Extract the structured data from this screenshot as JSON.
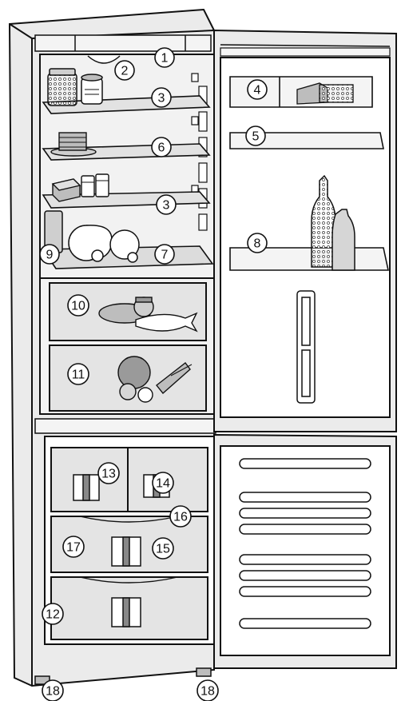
{
  "callouts": [
    {
      "id": "c1",
      "label": "1"
    },
    {
      "id": "c2",
      "label": "2"
    },
    {
      "id": "c3a",
      "label": "3"
    },
    {
      "id": "c3b",
      "label": "3"
    },
    {
      "id": "c4",
      "label": "4"
    },
    {
      "id": "c5",
      "label": "5"
    },
    {
      "id": "c6",
      "label": "6"
    },
    {
      "id": "c7",
      "label": "7"
    },
    {
      "id": "c8",
      "label": "8"
    },
    {
      "id": "c9",
      "label": "9"
    },
    {
      "id": "c10",
      "label": "10"
    },
    {
      "id": "c11",
      "label": "11"
    },
    {
      "id": "c12",
      "label": "12"
    },
    {
      "id": "c13",
      "label": "13"
    },
    {
      "id": "c14",
      "label": "14"
    },
    {
      "id": "c15",
      "label": "15"
    },
    {
      "id": "c16",
      "label": "16"
    },
    {
      "id": "c17",
      "label": "17"
    },
    {
      "id": "c18a",
      "label": "18"
    },
    {
      "id": "c18b",
      "label": "18"
    }
  ],
  "colors": {
    "outline": "#111111",
    "fill_light": "#ebebeb",
    "fill_mid": "#d6d6d6",
    "fill_dark": "#9a9a9a",
    "background": "#ffffff"
  }
}
